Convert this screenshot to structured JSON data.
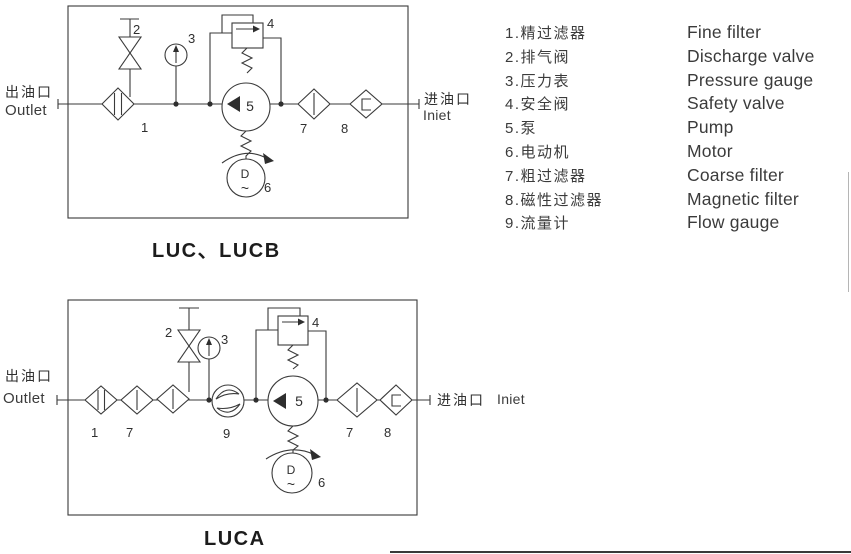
{
  "page": {
    "background": "#ffffff",
    "ink": "#3a3a3a"
  },
  "diagram_luc_lucb": {
    "title": "LUC、LUCB",
    "outlet_cn": "出油口",
    "outlet_en": "Outlet",
    "inlet_cn": "进油口",
    "inlet_en": "Iniet",
    "num_fine_filter": "1",
    "num_discharge_valve": "2",
    "num_pressure_gauge": "3",
    "num_safety_valve": "4",
    "num_pump": "5",
    "num_motor": "6",
    "num_coarse_filter": "7",
    "num_magnetic_filter": "8",
    "motor_letter": "D",
    "motor_tilde": "~"
  },
  "diagram_luca": {
    "title": "LUCA",
    "outlet_cn": "出油口",
    "outlet_en": "Outlet",
    "inlet_cn": "进油口",
    "inlet_en": "Iniet",
    "num_fine_filter": "1",
    "num_coarse_filter_left": "7",
    "num_discharge_valve": "2",
    "num_pressure_gauge": "3",
    "num_flow_gauge": "9",
    "num_safety_valve": "4",
    "num_pump": "5",
    "num_motor": "6",
    "num_coarse_filter_right": "7",
    "num_magnetic_filter": "8",
    "motor_letter": "D",
    "motor_tilde": "~"
  },
  "legend": {
    "items": [
      {
        "cn": "1.精过滤器",
        "en": "Fine filter"
      },
      {
        "cn": "2.排气阀",
        "en": "Discharge valve"
      },
      {
        "cn": "3.压力表",
        "en": "Pressure gauge"
      },
      {
        "cn": "4.安全阀",
        "en": "Safety valve"
      },
      {
        "cn": "5.泵",
        "en": "Pump"
      },
      {
        "cn": "6.电动机",
        "en": "Motor"
      },
      {
        "cn": "7.粗过滤器",
        "en": "Coarse filter"
      },
      {
        "cn": "8.磁性过滤器",
        "en": "Magnetic filter"
      },
      {
        "cn": "9.流量计",
        "en": "Flow gauge"
      }
    ]
  }
}
